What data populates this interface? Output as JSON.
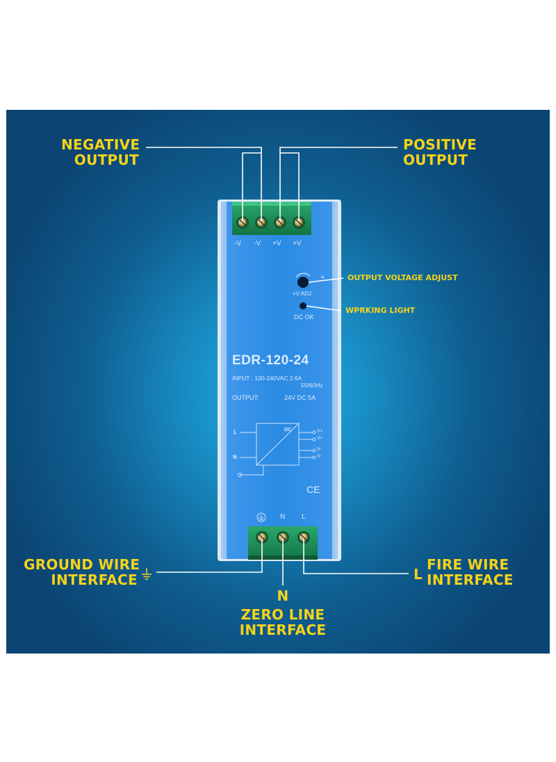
{
  "callouts": {
    "negative_output": [
      "NEGATIVE",
      "OUTPUT"
    ],
    "positive_output": [
      "POSITIVE",
      "OUTPUT"
    ],
    "output_voltage_adjust": "OUTPUT VOLTAGE ADJUST",
    "working_light": "WPRKING LIGHT",
    "ground_wire": [
      "GROUND WIRE",
      "INTERFACE"
    ],
    "fire_wire": [
      "FIRE WIRE",
      "INTERFACE"
    ],
    "fire_wire_symbol": "L",
    "zero_line": [
      "N",
      "ZERO LINE",
      "INTERFACE"
    ]
  },
  "device": {
    "model": "EDR-120-24",
    "input_line1": "INPUT : 100-240VAC  2.6A",
    "input_line2": "50/60Hz",
    "output_label": "OUTPUT:",
    "output_value": "24V DC 5A",
    "top_terminals": [
      "-V",
      "-V",
      "+V",
      "+V"
    ],
    "adj_label": "+V ADJ",
    "adj_plus": "+",
    "dc_ok_label": "DC OK",
    "bottom_terminals": [
      "N",
      "L"
    ],
    "schematic": {
      "left_labels": [
        "L",
        "N"
      ],
      "right_labels": [
        "V+",
        "V+",
        "V-",
        "V-"
      ],
      "dc_label": "DC"
    },
    "ce_mark": "CE"
  },
  "colors": {
    "callout": "#f5d21a",
    "device_body": "#2b8fe6",
    "terminal_green": "#1f8f5a",
    "background_dark": "#0b4472",
    "background_glow": "#1fb2e6"
  }
}
